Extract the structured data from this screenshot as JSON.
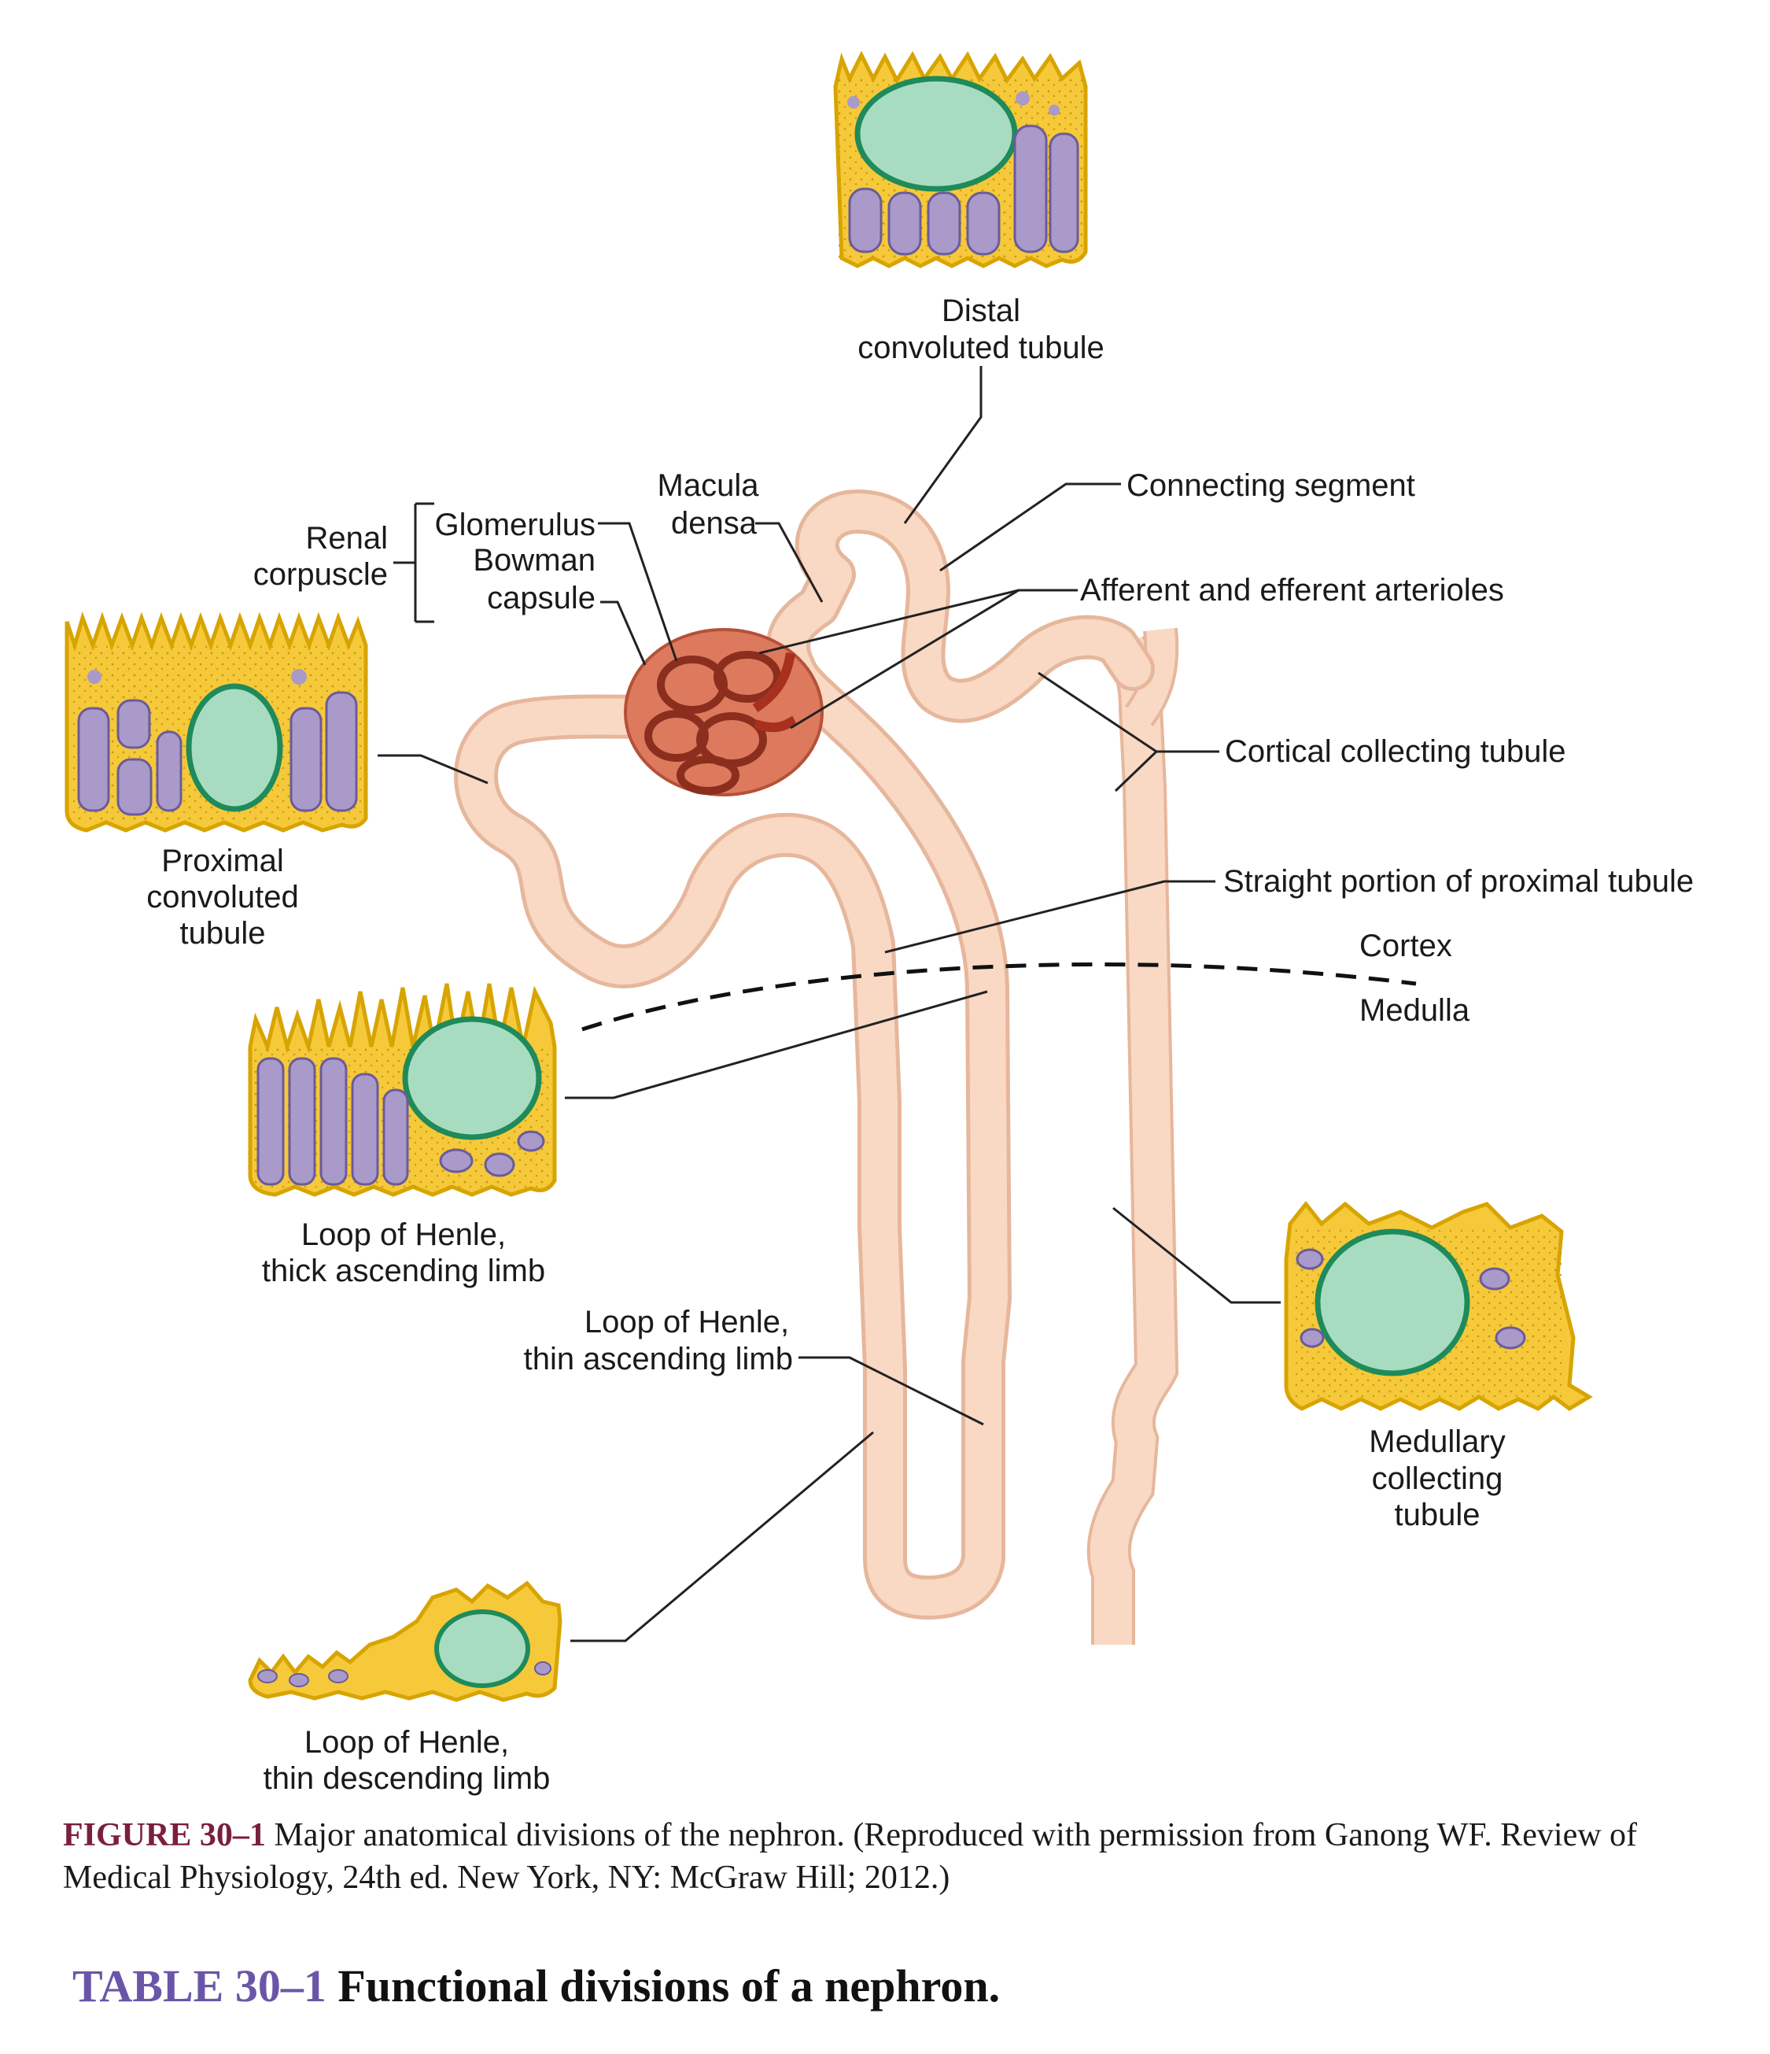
{
  "colors": {
    "tubule_fill": "#f9d9c4",
    "tubule_edge": "#e6b79c",
    "glomerulus": "#c9402c",
    "cell_cytoplasm": "#f5c93a",
    "cell_edge": "#d7a400",
    "nucleus": "#a8dcc0",
    "nucleus_edge": "#1f8a5a",
    "mitochondria": "#a99ac9",
    "caption_figure": "#7a1f3d",
    "table_number": "#6a56a8"
  },
  "labels": {
    "distal": [
      "Distal",
      "convoluted tubule"
    ],
    "connecting": "Connecting segment",
    "macula": [
      "Macula",
      "densa"
    ],
    "renal": [
      "Renal",
      "corpuscle"
    ],
    "glomerulus": "Glomerulus",
    "bowman": [
      "Bowman",
      "capsule"
    ],
    "arterioles": "Afferent and efferent arterioles",
    "cortical_collecting": "Cortical collecting tubule",
    "straight_proximal": "Straight portion of proximal tubule",
    "cortex": "Cortex",
    "medulla": "Medulla",
    "proximal": [
      "Proximal",
      "convoluted",
      "tubule"
    ],
    "thick_ascending": [
      "Loop of Henle,",
      "thick ascending limb"
    ],
    "thin_ascending": [
      "Loop of Henle,",
      "thin ascending limb"
    ],
    "medullary_collecting": [
      "Medullary",
      "collecting",
      "tubule"
    ],
    "thin_descending": [
      "Loop of Henle,",
      "thin descending limb"
    ]
  },
  "caption": {
    "figure_number": "FIGURE 30–1",
    "text": " Major anatomical divisions of the nephron. (Reproduced with permission from Ganong WF. Review of Medical Physiology, 24th ed. New York, NY: McGraw Hill; 2012.)"
  },
  "table_title": {
    "number": "TABLE 30–1",
    "text": " Functional divisions of a nephron."
  }
}
